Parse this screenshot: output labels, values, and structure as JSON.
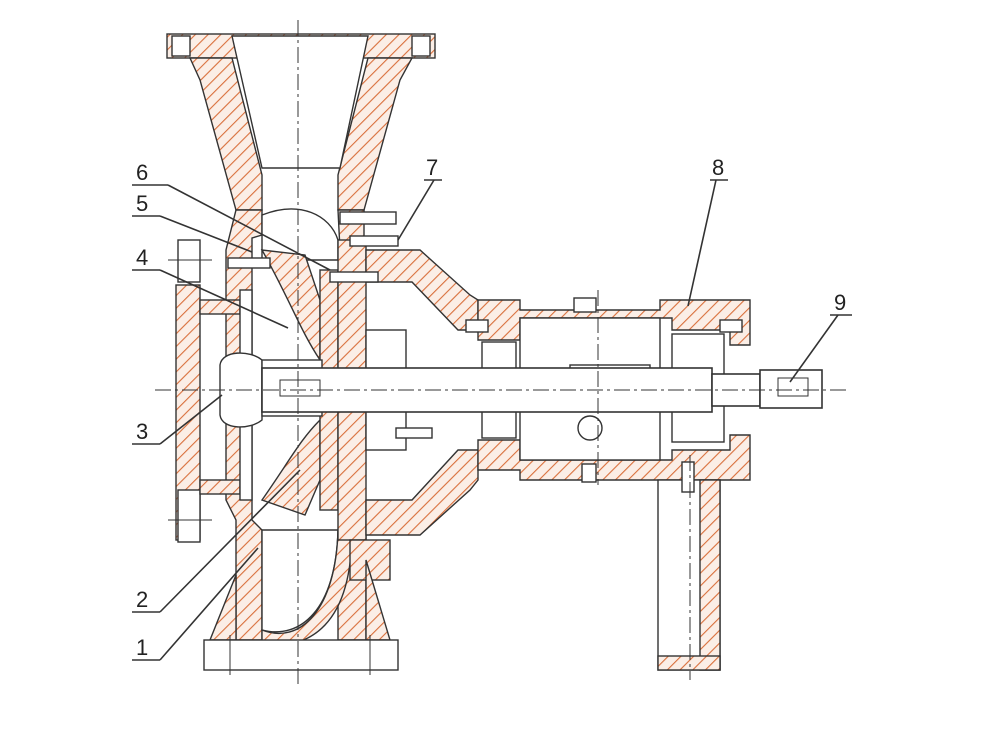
{
  "diagram": {
    "type": "pump-cross-section",
    "hatch_color": "#d9703c",
    "line_color": "#333333",
    "parts": [
      {
        "id": "1",
        "label": "1"
      },
      {
        "id": "2",
        "label": "2"
      },
      {
        "id": "3",
        "label": "3"
      },
      {
        "id": "4",
        "label": "4"
      },
      {
        "id": "5",
        "label": "5"
      },
      {
        "id": "6",
        "label": "6"
      },
      {
        "id": "7",
        "label": "7"
      },
      {
        "id": "8",
        "label": "8"
      },
      {
        "id": "9",
        "label": "9"
      }
    ]
  }
}
